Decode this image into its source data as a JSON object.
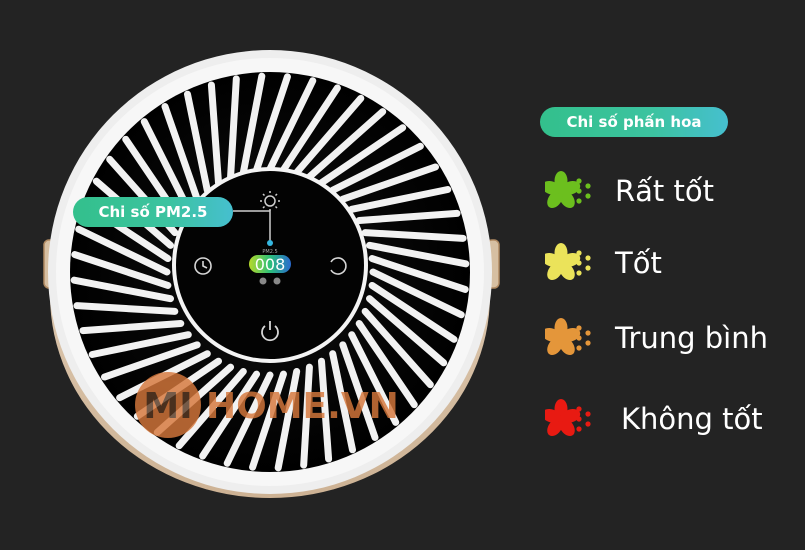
{
  "callouts": {
    "pollen_index_label": "Chi số phấn hoa",
    "pm25_label": "Chi số PM2.5"
  },
  "display": {
    "pm_caption": "PM2.5",
    "pm_value": "008"
  },
  "legend": [
    {
      "label": "Rất tốt",
      "color": "#6cbf1e"
    },
    {
      "label": "Tốt",
      "color": "#ebe35a"
    },
    {
      "label": "Trung bình",
      "color": "#e4963a"
    },
    {
      "label": "Không tốt",
      "color": "#e81a12"
    }
  ],
  "watermark": {
    "logo_text": "MI",
    "brand_text": "HOME.VN"
  },
  "colors": {
    "background": "#232323",
    "pill_start": "#33c08c",
    "pill_end": "#46bfcf",
    "watermark": "#d6783c"
  },
  "icons": [
    "brightness-icon",
    "timer-icon",
    "mode-icon",
    "power-icon"
  ]
}
